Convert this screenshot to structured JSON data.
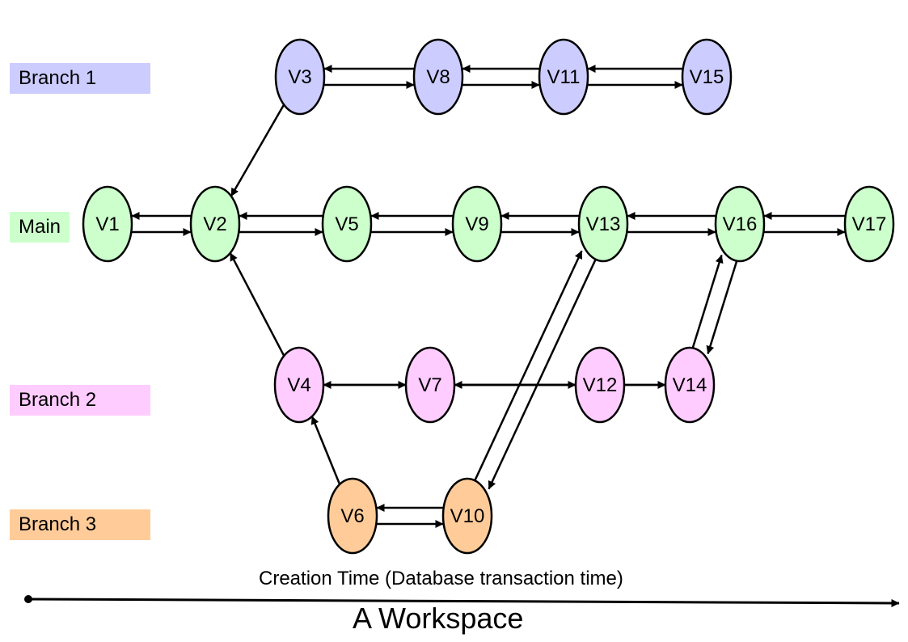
{
  "branches": [
    {
      "id": "branch1",
      "label": "Branch 1",
      "color": "#ccccff"
    },
    {
      "id": "main",
      "label": "Main",
      "color": "#ccffcc"
    },
    {
      "id": "branch2",
      "label": "Branch 2",
      "color": "#ffccff"
    },
    {
      "id": "branch3",
      "label": "Branch 3",
      "color": "#ffcc99"
    }
  ],
  "nodes": [
    {
      "id": "V1",
      "label": "V1",
      "branch": "main"
    },
    {
      "id": "V2",
      "label": "V2",
      "branch": "main"
    },
    {
      "id": "V3",
      "label": "V3",
      "branch": "branch1"
    },
    {
      "id": "V4",
      "label": "V4",
      "branch": "branch2"
    },
    {
      "id": "V5",
      "label": "V5",
      "branch": "main"
    },
    {
      "id": "V6",
      "label": "V6",
      "branch": "branch3"
    },
    {
      "id": "V7",
      "label": "V7",
      "branch": "branch2"
    },
    {
      "id": "V8",
      "label": "V8",
      "branch": "branch1"
    },
    {
      "id": "V9",
      "label": "V9",
      "branch": "main"
    },
    {
      "id": "V10",
      "label": "V10",
      "branch": "branch3"
    },
    {
      "id": "V11",
      "label": "V11",
      "branch": "branch1"
    },
    {
      "id": "V12",
      "label": "V12",
      "branch": "branch2"
    },
    {
      "id": "V13",
      "label": "V13",
      "branch": "main"
    },
    {
      "id": "V14",
      "label": "V14",
      "branch": "branch2"
    },
    {
      "id": "V15",
      "label": "V15",
      "branch": "branch1"
    },
    {
      "id": "V16",
      "label": "V16",
      "branch": "main"
    },
    {
      "id": "V17",
      "label": "V17",
      "branch": "main"
    }
  ],
  "edges": [
    {
      "from": "V1",
      "to": "V2"
    },
    {
      "from": "V2",
      "to": "V1"
    },
    {
      "from": "V2",
      "to": "V5"
    },
    {
      "from": "V5",
      "to": "V2"
    },
    {
      "from": "V5",
      "to": "V9"
    },
    {
      "from": "V9",
      "to": "V5"
    },
    {
      "from": "V9",
      "to": "V13"
    },
    {
      "from": "V13",
      "to": "V9"
    },
    {
      "from": "V13",
      "to": "V16"
    },
    {
      "from": "V16",
      "to": "V13"
    },
    {
      "from": "V16",
      "to": "V17"
    },
    {
      "from": "V17",
      "to": "V16"
    },
    {
      "from": "V3",
      "to": "V8"
    },
    {
      "from": "V8",
      "to": "V3"
    },
    {
      "from": "V8",
      "to": "V11"
    },
    {
      "from": "V11",
      "to": "V8"
    },
    {
      "from": "V11",
      "to": "V15"
    },
    {
      "from": "V15",
      "to": "V11"
    },
    {
      "from": "V3",
      "to": "V2"
    },
    {
      "from": "V4",
      "to": "V2"
    },
    {
      "from": "V4",
      "to": "V7"
    },
    {
      "from": "V12",
      "to": "V4"
    },
    {
      "from": "V7",
      "to": "V12"
    },
    {
      "from": "V14",
      "to": "V7"
    },
    {
      "from": "V12",
      "to": "V14"
    },
    {
      "from": "V14",
      "to": "V16"
    },
    {
      "from": "V16",
      "to": "V14"
    },
    {
      "from": "V6",
      "to": "V4"
    },
    {
      "from": "V6",
      "to": "V10"
    },
    {
      "from": "V10",
      "to": "V6"
    },
    {
      "from": "V13",
      "to": "V10"
    },
    {
      "from": "V10",
      "to": "V13"
    }
  ],
  "axis": {
    "caption": "Creation Time (Database transaction time)",
    "title": "A Workspace"
  }
}
